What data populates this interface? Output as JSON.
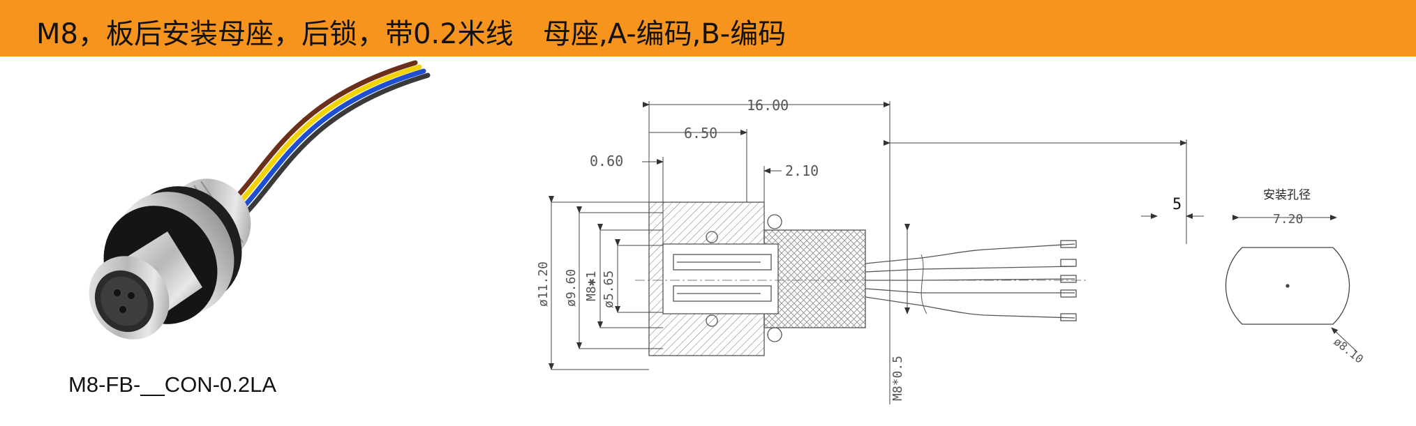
{
  "header": {
    "title": "M8，板后安装母座，后锁，带0.2米线",
    "subtitle": "母座,A-编码,B-编码",
    "background_color": "#f7941d"
  },
  "product": {
    "part_number": "M8-FB-__CON-0.2LA",
    "wire_colors": [
      "#6b2f1a",
      "#f2d500",
      "#1f4fd1",
      "#3a3a3a"
    ]
  },
  "drawing": {
    "dim_overall_length": "16.00",
    "dim_6_50": "6.50",
    "dim_0_60": "0.60",
    "dim_2_10": "2.10",
    "dia_11_20": "ø11.20",
    "dia_9_60": "ø9.60",
    "thread_m8x1": "M8✱1",
    "dia_5_65": "ø5.65",
    "thread_m8x0_5": "M8*0.5",
    "wire_strip": "5",
    "mounting_hole_label": "安装孔径",
    "hole_width": "7.20",
    "hole_dia": "ø8.10"
  }
}
